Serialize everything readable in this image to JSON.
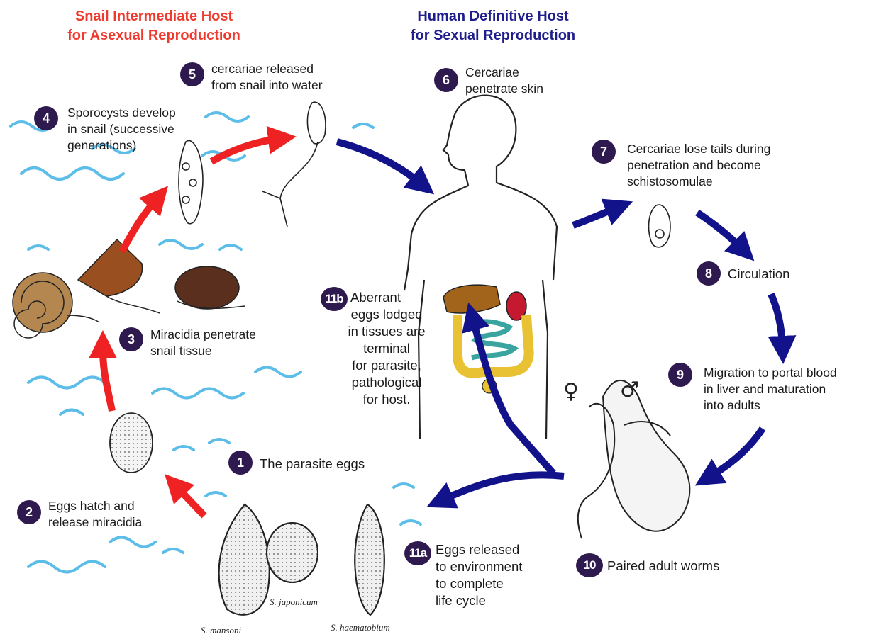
{
  "headers": {
    "snail": {
      "line1": "Snail Intermediate Host",
      "line2": "for Asexual Reproduction",
      "color": "#f03a2e"
    },
    "human": {
      "line1": "Human Definitive Host",
      "line2": "for Sexual Reproduction",
      "color": "#1f1e8c"
    }
  },
  "colors": {
    "badge": "#2e1a4f",
    "red_arrow": "#ee2222",
    "blue_arrow": "#12128a",
    "water": "#5bbde8"
  },
  "steps": [
    {
      "id": "1",
      "lines": [
        "The parasite eggs"
      ]
    },
    {
      "id": "2",
      "lines": [
        "Eggs hatch and",
        "release miracidia"
      ]
    },
    {
      "id": "3",
      "lines": [
        "Miracidia penetrate",
        "snail tissue"
      ]
    },
    {
      "id": "4",
      "lines": [
        "Sporocysts develop",
        "in snail (successive",
        "generations)"
      ]
    },
    {
      "id": "5",
      "lines": [
        "cercariae released",
        "from snail into water"
      ]
    },
    {
      "id": "6",
      "lines": [
        "Cercariae",
        "penetrate skin"
      ]
    },
    {
      "id": "7",
      "lines": [
        "Cercariae lose tails during",
        "penetration and become",
        "schistosomulae"
      ]
    },
    {
      "id": "8",
      "lines": [
        "Circulation"
      ]
    },
    {
      "id": "9",
      "lines": [
        "Migration to portal blood",
        "in liver and maturation",
        "into adults"
      ]
    },
    {
      "id": "10",
      "lines": [
        "Paired adult worms"
      ]
    },
    {
      "id": "11a",
      "lines": [
        "Eggs released",
        "to environment",
        "to complete",
        "life cycle"
      ]
    },
    {
      "id": "11b",
      "lines": [
        "Aberrant",
        "eggs lodged",
        "in tissues are",
        "terminal",
        "for parasite,",
        "pathological",
        "for host."
      ]
    }
  ],
  "species": [
    "S. mansoni",
    "S. japonicum",
    "S. haematobium"
  ],
  "symbols": {
    "female": "♀",
    "male": "♂"
  }
}
